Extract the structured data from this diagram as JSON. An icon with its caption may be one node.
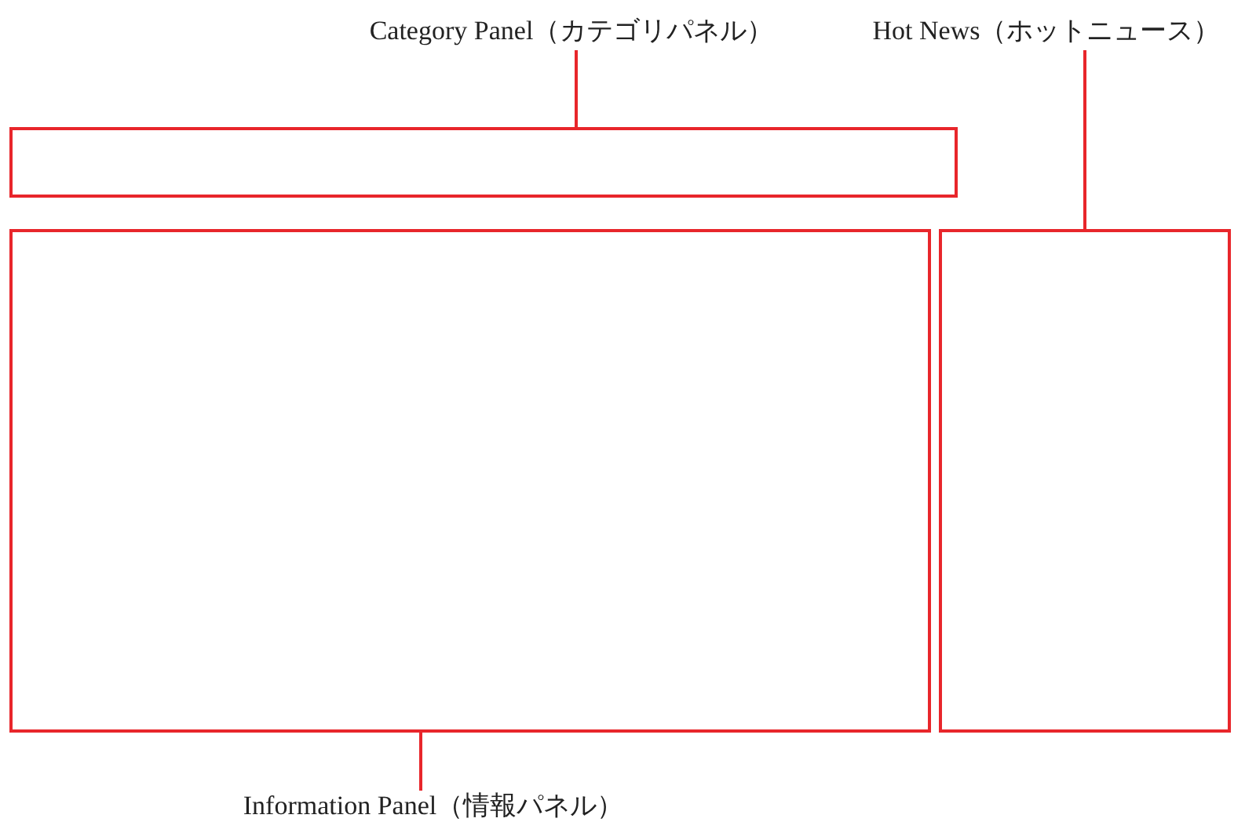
{
  "diagram": {
    "nodes": [
      {
        "text": [
          "Category Panel（カテゴリパネル）"
        ]
      },
      {
        "text": [],
        "shape": "box"
      },
      {
        "text": [
          "Hot News（ホットニュース）"
        ]
      },
      {
        "text": [],
        "shape": "box"
      },
      {
        "text": [],
        "shape": "box"
      },
      {
        "text": [
          "Information Panel（情報パネル）"
        ]
      }
    ],
    "edges": [
      {
        "from": 0,
        "to": 1,
        "arrow": "none"
      },
      {
        "from": 2,
        "to": 3,
        "arrow": "none"
      },
      {
        "from": 5,
        "to": 4,
        "arrow": "none"
      }
    ]
  }
}
